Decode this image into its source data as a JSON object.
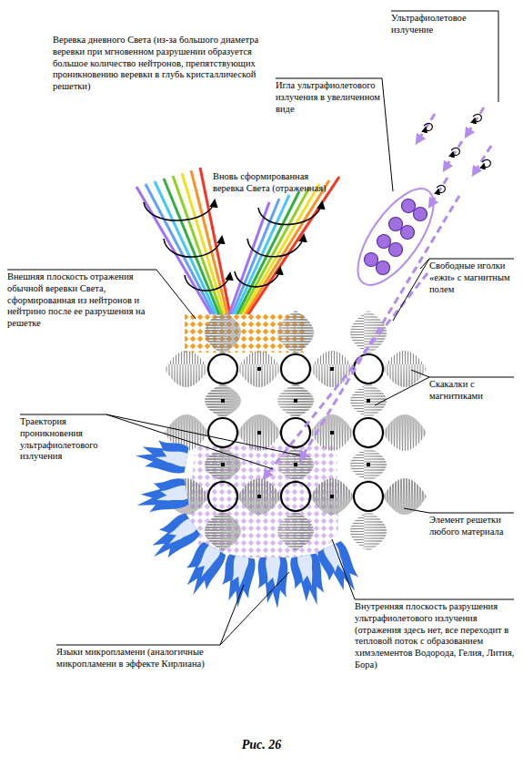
{
  "diagram": {
    "caption": "Рис. 26",
    "labels": [
      "Ультрафиолетовое излучение",
      "Веревка дневного Света (из-за большого диаметра веревки при мгновенном разрушении образуется большое количество нейтронов, препятствующих проникновению веревки в глубь кристаллической решетки)",
      "Игла ультрафиолетового излучения в увеличенном виде",
      "Вновь сформированная веревка Света (отраженная)",
      "Внешняя плоскость отражения обычной веревки Света, сформированная из нейтронов и нейтрино после ее разрушения на решетке",
      "Свободные иголки «ежи» с магнитным полем",
      "Скакалки с магнитиками",
      "Траектория проникновения ультрафиолетового излучения",
      "Элемент решетки любого материала",
      "Внутренняя плоскость разрушения ультрафиолетового излучения (отражения здесь нет, все переходит в тепловой поток с образованием химэлементов Водорода, Гелия, Лития, Бора)",
      "Языки микропламени (аналогичные микропламени в эффекте Кирлиана)"
    ]
  }
}
